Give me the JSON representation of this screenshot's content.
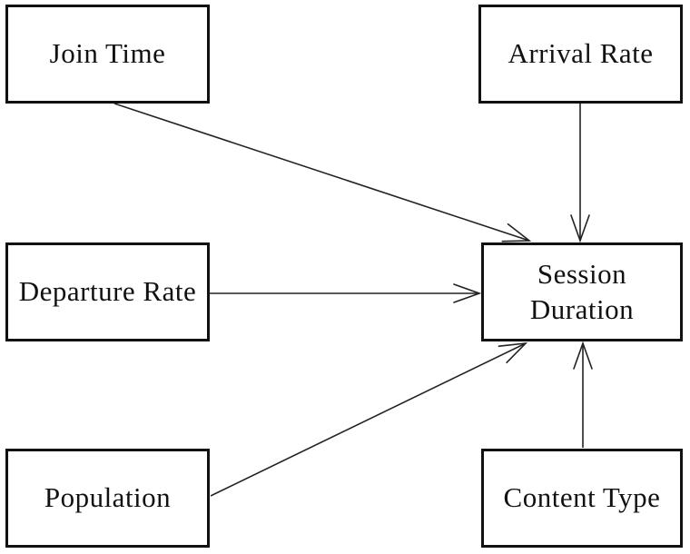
{
  "diagram": {
    "type": "causal-box-diagram",
    "nodes": [
      {
        "id": "join-time",
        "label": "Join Time"
      },
      {
        "id": "arrival-rate",
        "label": "Arrival Rate"
      },
      {
        "id": "departure-rate",
        "label": "Departure Rate"
      },
      {
        "id": "session-duration",
        "label": "Session\nDuration"
      },
      {
        "id": "population",
        "label": "Population"
      },
      {
        "id": "content-type",
        "label": "Content Type"
      }
    ],
    "edges": [
      {
        "from": "Join Time",
        "to": "Session Duration",
        "arrow": "open"
      },
      {
        "from": "Arrival Rate",
        "to": "Session Duration",
        "arrow": "open"
      },
      {
        "from": "Departure Rate",
        "to": "Session Duration",
        "arrow": "open"
      },
      {
        "from": "Population",
        "to": "Session Duration",
        "arrow": "open"
      },
      {
        "from": "Content Type",
        "to": "Session Duration",
        "arrow": "open"
      }
    ],
    "colors": {
      "background": "#ffffff",
      "box_border": "#111111",
      "text": "#111111",
      "edge_line": "#222222"
    }
  }
}
